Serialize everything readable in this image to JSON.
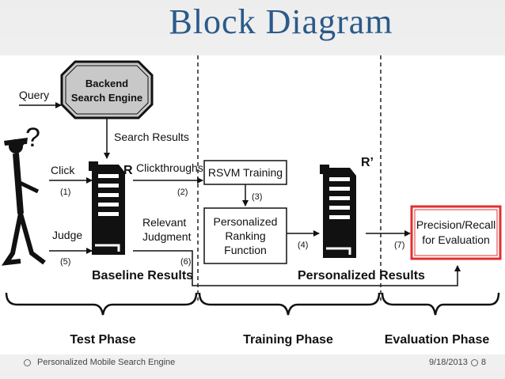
{
  "slide": {
    "title": "Block Diagram",
    "footer_text": "Personalized Mobile Search Engine",
    "date": "9/18/2013",
    "page_number": "8"
  },
  "diagram": {
    "query": "Query",
    "question_mark": "?",
    "backend_line1": "Backend",
    "backend_line2": "Search Engine",
    "search_results": "Search Results",
    "click": "Click",
    "judge": "Judge",
    "step1": "(1)",
    "step2": "(2)",
    "step3": "(3)",
    "step4": "(4)",
    "step5": "(5)",
    "step6": "(6)",
    "step7": "(7)",
    "r_label": "R",
    "r_prime_label": "R’",
    "clickthroughs": "Clickthroughs",
    "relevant_line1": "Relevant",
    "relevant_line2": "Judgment",
    "rsvm_training": "RSVM Training",
    "prf_line1": "Personalized",
    "prf_line2": "Ranking",
    "prf_line3": "Function",
    "precision_line1": "Precision/Recall",
    "precision_line2": "for Evaluation",
    "baseline_results": "Baseline Results",
    "personalized_results": "Personalized Results",
    "test_phase": "Test Phase",
    "training_phase": "Training Phase",
    "evaluation_phase": "Evaluation Phase"
  },
  "colors": {
    "title": "#2a5a8a",
    "evaluation_box_border": "#e03030",
    "backend_box_fill": "#c8c8c8"
  }
}
